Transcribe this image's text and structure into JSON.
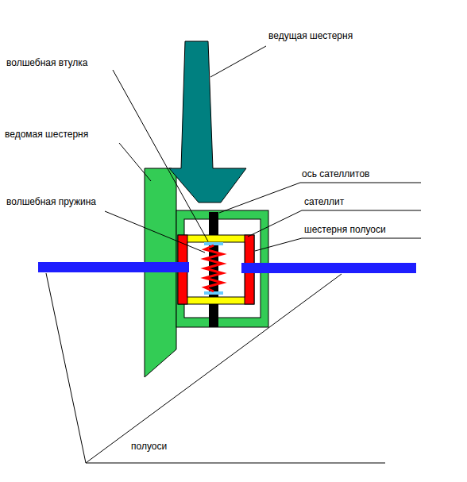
{
  "diagram": {
    "labels": [
      "ведущая шестерня",
      "волшебная втулка",
      "ведомая шестерня",
      "ось сателлитов",
      "сателлит",
      "волшебная пружина",
      "шестерня полуоси",
      "полуоси"
    ]
  }
}
